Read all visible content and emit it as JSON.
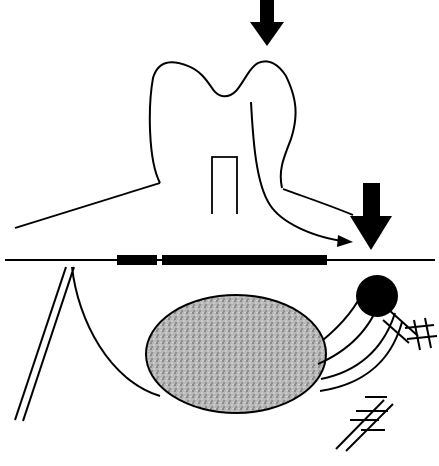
{
  "diagram": {
    "kind": "tooth-load-transfer-schematic",
    "background_color": "#ffffff",
    "ink_color": "#000000",
    "lesion_fill_color": "#bdbdbd",
    "elements": [
      "tooth-crown-outline",
      "tooth-root-canal",
      "vertical-load-arrow",
      "curved-load-path-arrow",
      "occlusal-surface-arrow",
      "bone-baseline",
      "cortical-bone-segments",
      "stippled-oval-mass",
      "nerve-branch-lines",
      "round-nodule",
      "hatch-marks",
      "parallel-diagonal-lines"
    ],
    "text_labels": []
  }
}
